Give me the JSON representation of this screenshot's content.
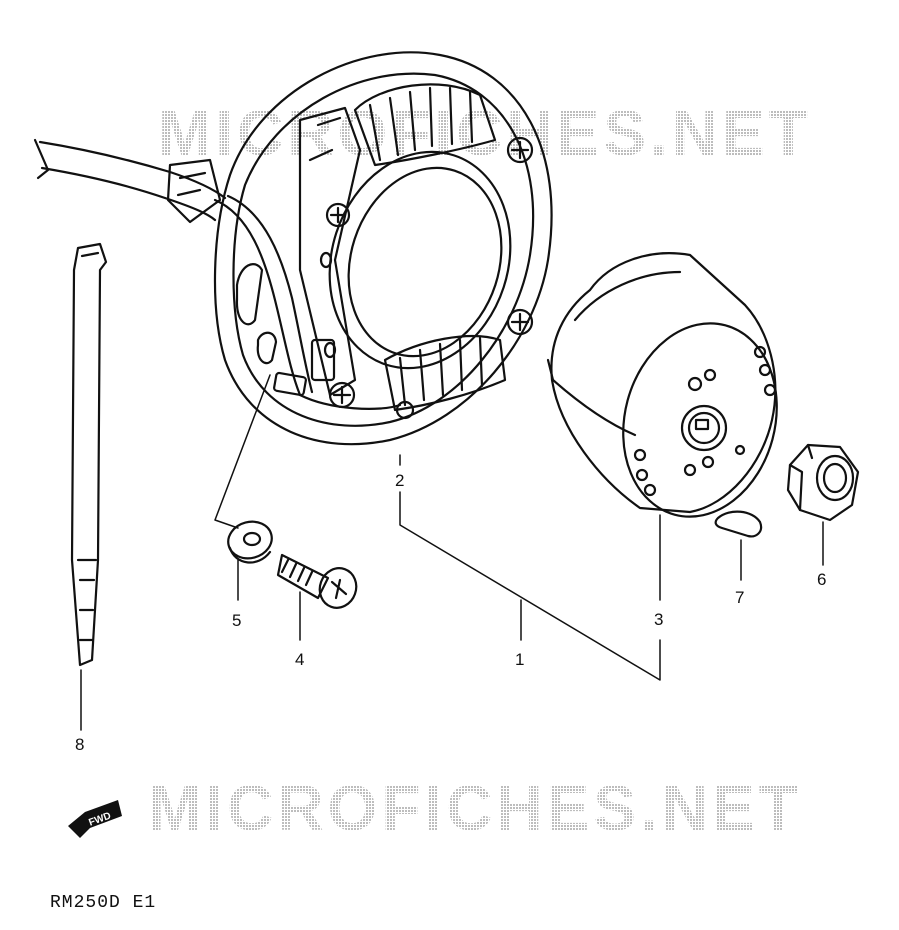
{
  "watermark": "MICROFICHES.NET",
  "model_code": "RM250D E1",
  "fwd_label": "FWD",
  "colors": {
    "ink": "#111111",
    "watermark": "#cfcfcf"
  },
  "callouts": {
    "c1": "1",
    "c2": "2",
    "c3": "3",
    "c4": "4",
    "c5": "5",
    "c6": "6",
    "c7": "7",
    "c8": "8"
  }
}
